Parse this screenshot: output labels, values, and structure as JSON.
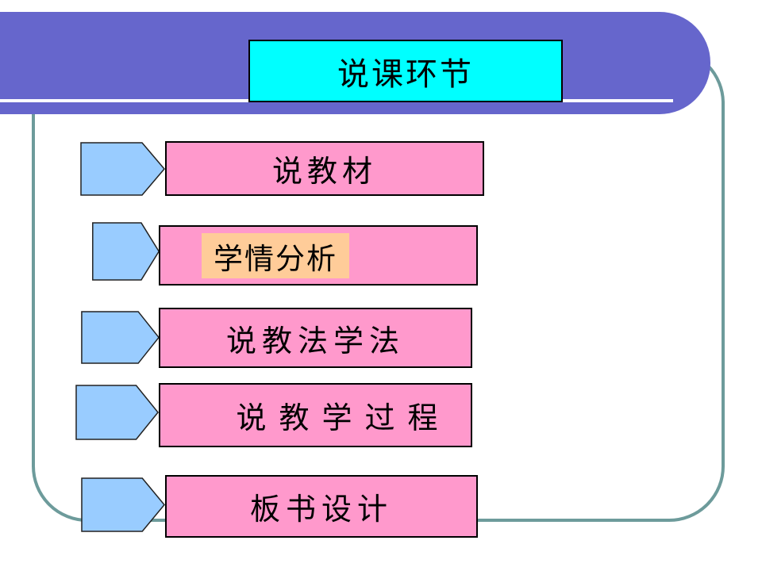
{
  "slide": {
    "title": "说课环节",
    "items": [
      {
        "label": "说教材",
        "highlighted": false
      },
      {
        "label": "学情分析",
        "highlighted": true
      },
      {
        "label": "说教法学法",
        "highlighted": false
      },
      {
        "label": "说教学过程",
        "highlighted": false
      },
      {
        "label": "板书设计",
        "highlighted": false
      }
    ],
    "icons": {
      "row_marker": "pentagon-arrow-right"
    },
    "colors": {
      "band_purple": "#6666CC",
      "title_cyan": "#00FFFF",
      "item_pink": "#FF99CC",
      "arrow_blue": "#99CCFF",
      "highlight_orange": "#FFCC99",
      "frame_teal": "#6D9B9B",
      "stroke_black": "#000000",
      "line_white": "#FFFFFF"
    }
  }
}
